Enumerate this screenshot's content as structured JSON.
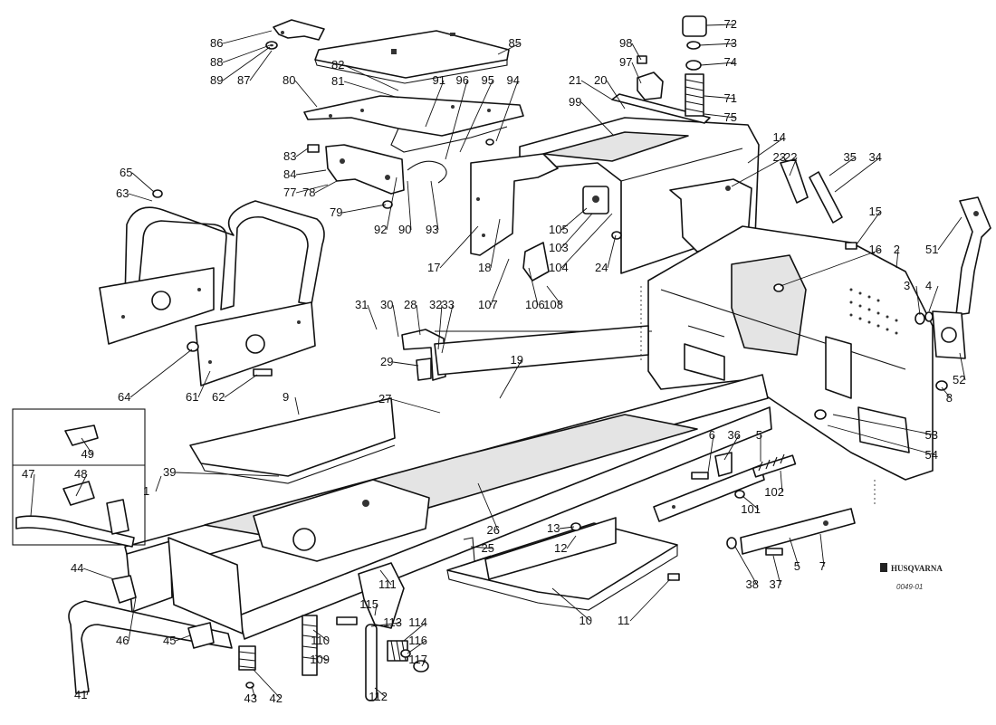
{
  "labels": [
    "86",
    "88",
    "89",
    "87",
    "85",
    "82",
    "80",
    "81",
    "91",
    "96",
    "95",
    "94",
    "98",
    "97",
    "72",
    "73",
    "74",
    "71",
    "75",
    "21",
    "20",
    "99",
    "14",
    "23",
    "22",
    "35",
    "34",
    "65",
    "63",
    "83",
    "84",
    "77",
    "78",
    "79",
    "92",
    "90",
    "93",
    "17",
    "18",
    "105",
    "103",
    "104",
    "24",
    "15",
    "16",
    "2",
    "51",
    "3",
    "4",
    "52",
    "8",
    "31",
    "30",
    "28",
    "32",
    "33",
    "29",
    "107",
    "106",
    "108",
    "64",
    "61",
    "62",
    "9",
    "27",
    "19",
    "53",
    "54",
    "49",
    "47",
    "48",
    "39",
    "1",
    "6",
    "36",
    "5",
    "102",
    "101",
    "26",
    "13",
    "12",
    "25",
    "44",
    "111",
    "115",
    "46",
    "45",
    "110",
    "113",
    "114",
    "116",
    "117",
    "109",
    "112",
    "41",
    "43",
    "42",
    "10",
    "11",
    "38",
    "37",
    "5",
    "7"
  ],
  "brand": {
    "name": "HUSQVARNA",
    "ref": "0049-01"
  }
}
